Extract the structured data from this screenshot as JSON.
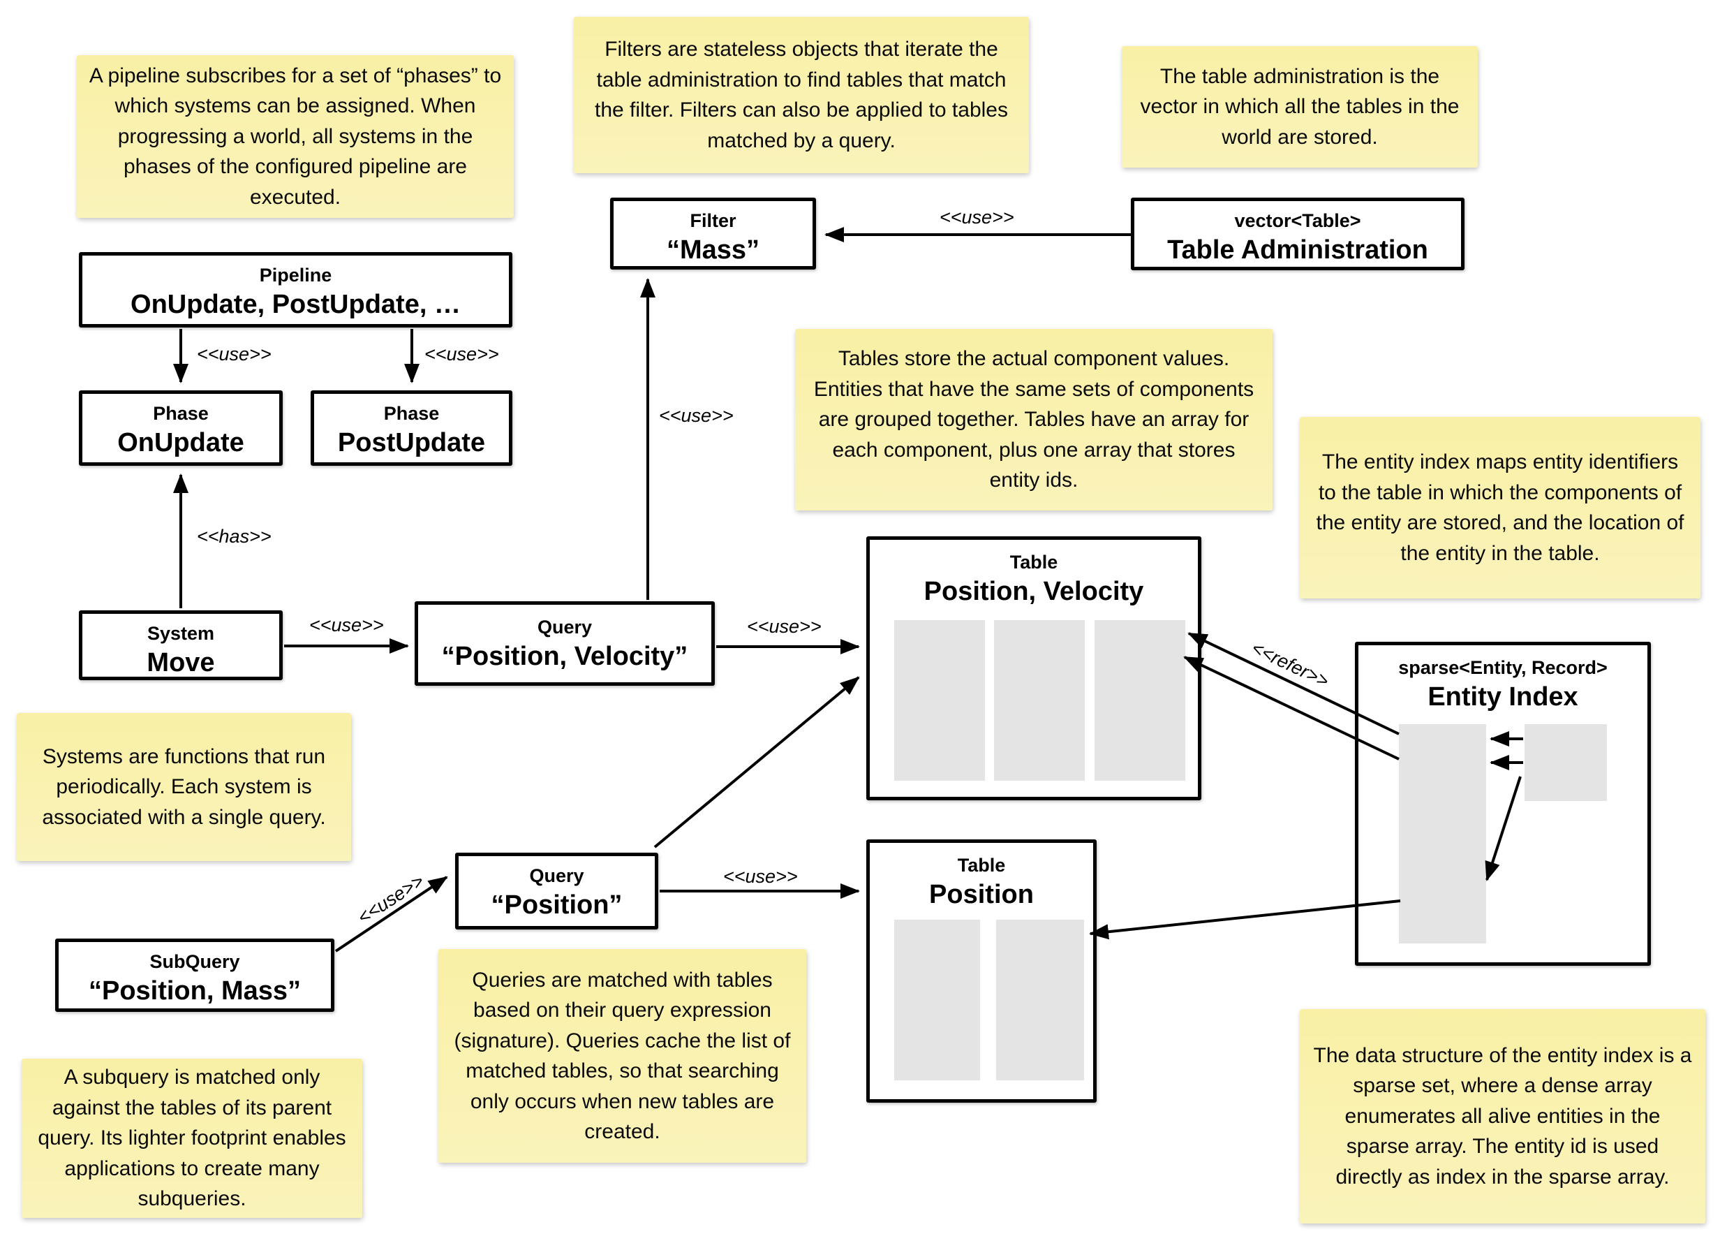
{
  "labels": {
    "use": "<<use>>",
    "has": "<<has>>",
    "refer": "<<refer>>"
  },
  "notes": {
    "pipeline": "A pipeline subscribes for a set of “phases” to which systems can be assigned. When progressing a world, all systems in the phases of the configured pipeline are executed.",
    "filters": "Filters are stateless objects that iterate the table administration to find tables that match the filter. Filters can also be applied to tables matched by a query.",
    "table_admin": "The table administration is the vector in which all the tables in the world are stored.",
    "tables": "Tables store the actual component values. Entities that have the same sets of components are grouped together. Tables have an array for each component, plus one array that stores entity ids.",
    "entity_index": "The entity index maps entity identifiers to the table in which the components of the entity are stored, and the location of the entity in the table.",
    "systems": "Systems are functions that run periodically. Each system is associated with a single query.",
    "queries": "Queries are matched with tables based on their query expression (signature). Queries cache the list of matched tables, so that searching only occurs when new tables are created.",
    "subquery": "A subquery is matched only against the tables of its parent query. Its lighter footprint enables applications to create many subqueries.",
    "sparse_set": "The data structure of the entity index is a sparse set, where a dense array enumerates all alive entities in the sparse array. The entity id is used directly as index in the sparse array."
  },
  "boxes": {
    "filter": {
      "stereotype": "Filter",
      "name": "“Mass”"
    },
    "table_admin": {
      "stereotype": "vector<Table>",
      "name": "Table Administration"
    },
    "pipeline": {
      "stereotype": "Pipeline",
      "name": "OnUpdate, PostUpdate, …"
    },
    "phase_onupdate": {
      "stereotype": "Phase",
      "name": "OnUpdate"
    },
    "phase_postupdate": {
      "stereotype": "Phase",
      "name": "PostUpdate"
    },
    "system_move": {
      "stereotype": "System",
      "name": "Move"
    },
    "query_pos_vel": {
      "stereotype": "Query",
      "name": "“Position, Velocity”"
    },
    "query_pos": {
      "stereotype": "Query",
      "name": "“Position”"
    },
    "subquery": {
      "stereotype": "SubQuery",
      "name": "“Position, Mass”"
    },
    "table_pos_vel": {
      "stereotype": "Table",
      "name": "Position, Velocity"
    },
    "table_pos": {
      "stereotype": "Table",
      "name": "Position"
    },
    "entity_index": {
      "stereotype": "sparse<Entity, Record>",
      "name": "Entity Index"
    }
  },
  "colors": {
    "note_bg_top": "#f9f0a6",
    "note_bg_bottom": "#faf3ba",
    "box_bg": "#ffffff",
    "box_border": "#000000",
    "column_fill": "#e4e4e4",
    "line_color": "#000000"
  }
}
